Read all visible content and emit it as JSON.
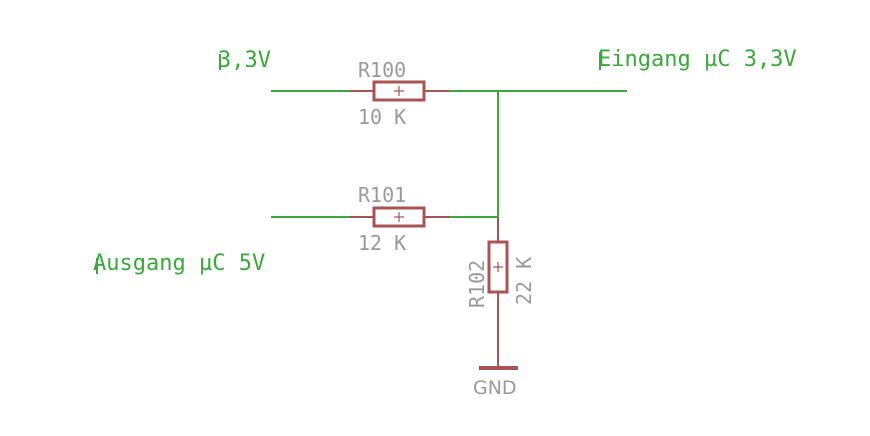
{
  "nets": {
    "supply_label": "3,3V",
    "input_label": "Eingang µC 3,3V",
    "output_label": "Ausgang µC 5V",
    "ground_label": "GND"
  },
  "parts": {
    "r100": {
      "name": "R100",
      "value": "10 K"
    },
    "r101": {
      "name": "R101",
      "value": "12 K"
    },
    "r102": {
      "name": "R102",
      "value": "22 K"
    }
  },
  "colors": {
    "wire": "#3aa83a",
    "component": "#a85454",
    "part_text": "#9a9a9a"
  }
}
